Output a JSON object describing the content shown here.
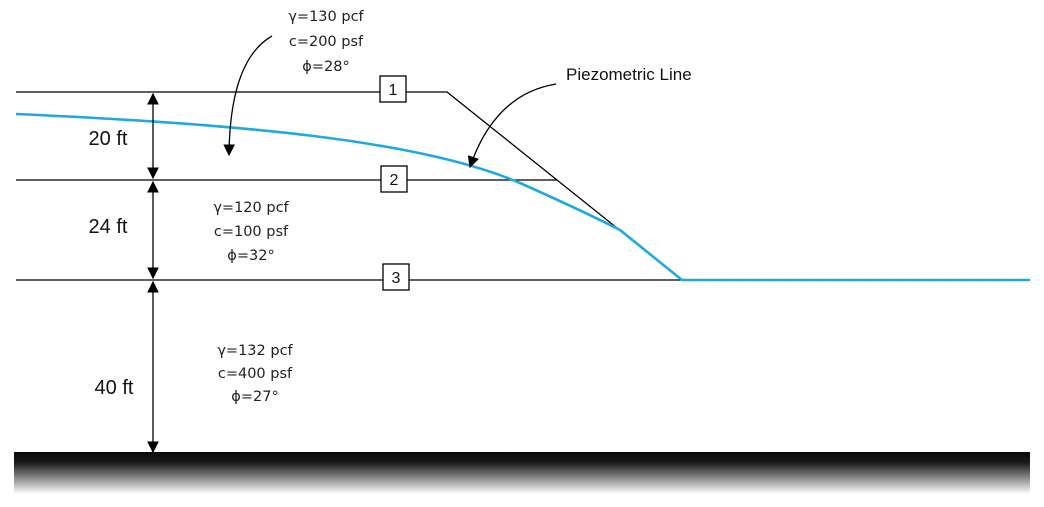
{
  "colors": {
    "line": "#000000",
    "piezometric": "#1fa9e1",
    "bedrock_top": "#0a0a0a",
    "bedrock_bottom": "#ffffff"
  },
  "dimensions": {
    "layer1": "20 ft",
    "layer2": "24 ft",
    "layer3": "40 ft"
  },
  "layers": [
    {
      "id": "1",
      "gamma": "γ=130 pcf",
      "c": "c=200 psf",
      "phi": "ϕ=28°"
    },
    {
      "id": "2",
      "gamma": "γ=120 pcf",
      "c": "c=100 psf",
      "phi": "ϕ=32°"
    },
    {
      "id": "3",
      "gamma": "γ=132 pcf",
      "c": "c=400 psf",
      "phi": "ϕ=27°"
    }
  ],
  "piezometric_label": "Piezometric Line"
}
